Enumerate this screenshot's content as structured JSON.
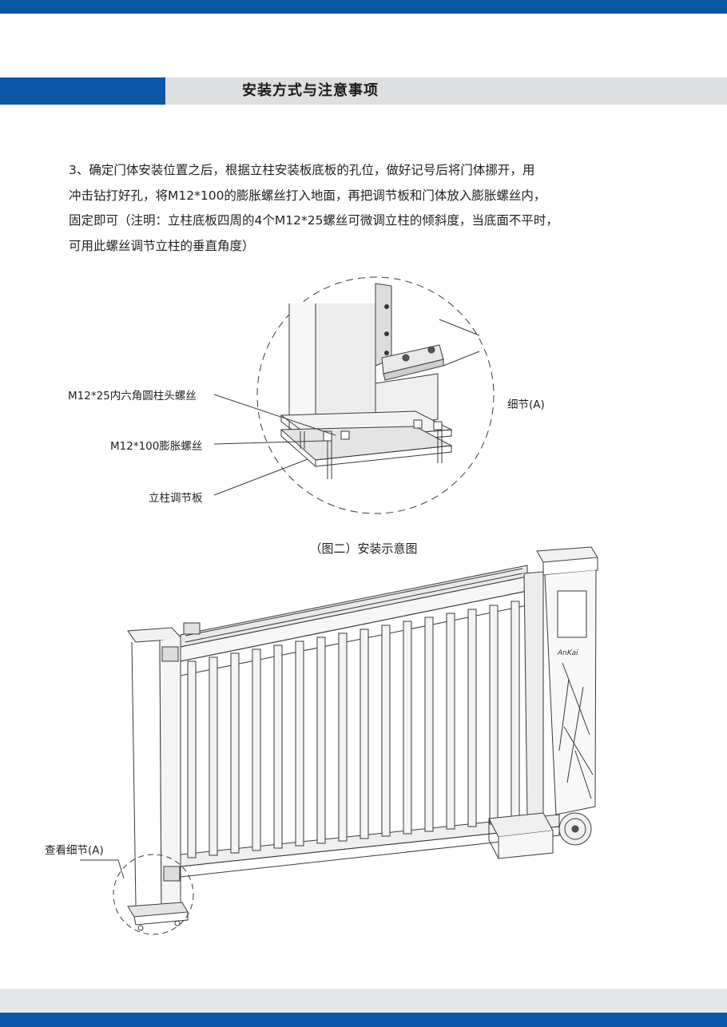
{
  "colors": {
    "brand_blue": "#0b57a6",
    "header_grey": "#dedfe0",
    "footer_grey": "#e6e7e8"
  },
  "header": {
    "title": "安装方式与注意事项"
  },
  "body": {
    "lines": [
      "3、确定门体安装位置之后，根据立柱安装板底板的孔位，做好记号后将门体挪开，用",
      "冲击钻打好孔，将M12*100的膨胀螺丝打入地面，再把调节板和门体放入膨胀螺丝内，",
      "固定即可（注明：立柱底板四周的4个M12*25螺丝可微调立柱的倾斜度，当底面不平时，",
      "可用此螺丝调节立柱的垂直角度）"
    ]
  },
  "detail_figure": {
    "labels": {
      "hex_bolt": "M12*25内六角圆柱头螺丝",
      "expansion_bolt": "M12*100膨胀螺丝",
      "adjust_plate": "立柱调节板",
      "detail_a": "细节(A)"
    }
  },
  "caption": "（图二）安装示意图",
  "gate_figure": {
    "view_detail_label": "查看细节(A)",
    "brand_mark": "AnKai"
  }
}
